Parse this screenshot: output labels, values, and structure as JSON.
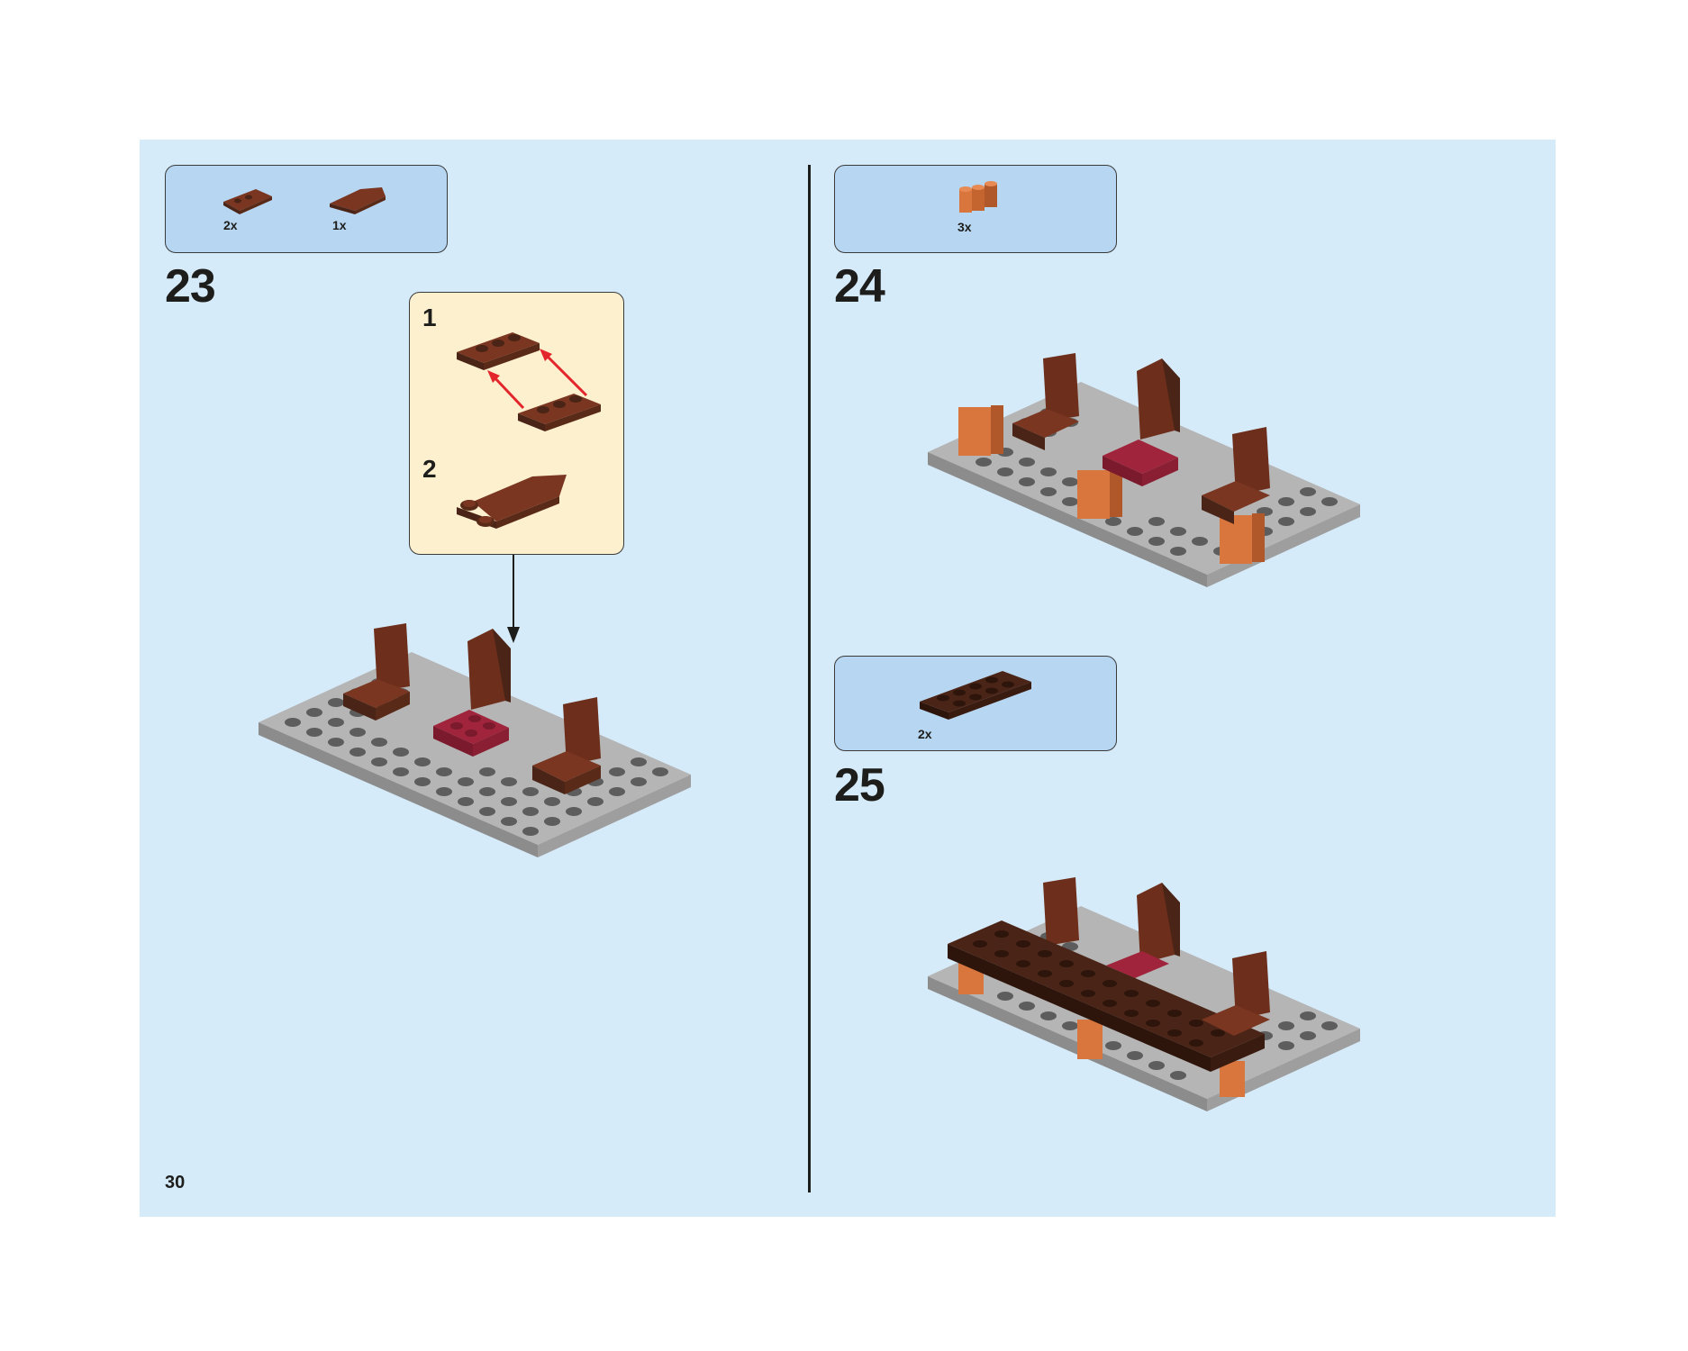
{
  "page_number": "30",
  "colors": {
    "page_background": "#d6ebf9",
    "parts_box": "#b7d6f1",
    "callout_box": "#fdf0cf",
    "reddish_brown": "#6d2e1b",
    "dark_brown": "#4a2416",
    "orange_brick": "#d9763e",
    "dark_red": "#a0243b",
    "light_gray": "#a8a8a8",
    "arrow_red": "#e3262b"
  },
  "steps": [
    {
      "number": "23",
      "parts": [
        {
          "qty": "2x",
          "icon": "reddish-brown-hinge-plate-icon"
        },
        {
          "qty": "1x",
          "icon": "reddish-brown-wedge-plate-icon"
        }
      ],
      "callout": {
        "substeps": [
          {
            "number": "1",
            "icon": "hinge-plate-pair-assembly-icon"
          },
          {
            "number": "2",
            "icon": "chair-back-assembly-icon"
          }
        ]
      },
      "model_icon": "baseplate-with-chairs-model"
    },
    {
      "number": "24",
      "parts": [
        {
          "qty": "3x",
          "icon": "orange-round-brick-icon"
        }
      ],
      "model_icon": "baseplate-with-chairs-and-orange-bricks-model"
    },
    {
      "number": "25",
      "parts": [
        {
          "qty": "2x",
          "icon": "dark-brown-plate-2x6-icon"
        }
      ],
      "model_icon": "baseplate-with-brown-table-model"
    }
  ]
}
